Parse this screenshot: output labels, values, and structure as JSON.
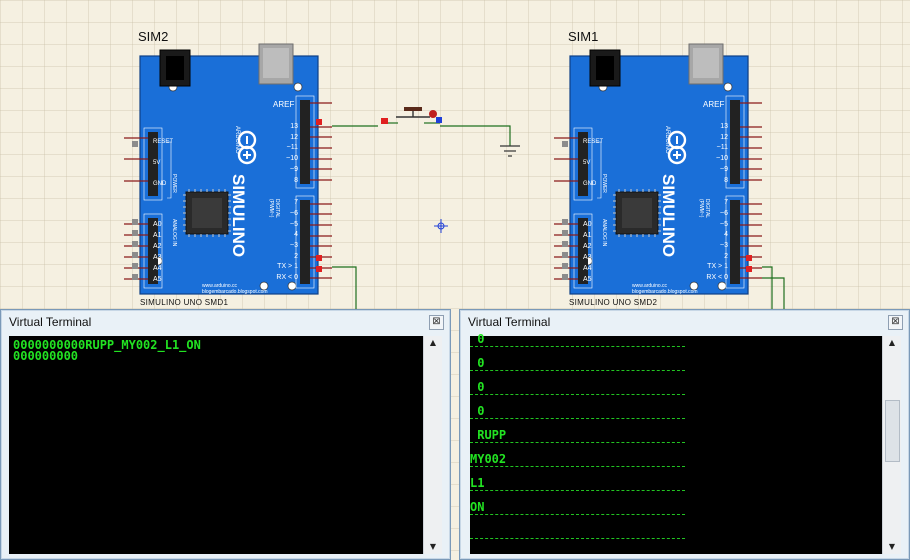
{
  "boards": {
    "left": {
      "ref": "SIM2",
      "model": "SIMULINO UNO SMD1"
    },
    "right": {
      "ref": "SIM1",
      "model": "SIMULINO UNO SMD2"
    },
    "labels": {
      "aref": "AREF",
      "digital_pins": [
        "13",
        "12",
        "~11",
        "~10",
        "~9",
        "8",
        "7",
        "~6",
        "~5",
        "4",
        "~3",
        "2",
        "TX > 1",
        "RX < 0"
      ],
      "power_pins": [
        "RESET",
        "5V",
        "GND"
      ],
      "analog_pins": [
        "A0",
        "A1",
        "A2",
        "A3",
        "A4",
        "A5"
      ],
      "brand": "SIMULINO",
      "arduino": "ARDUINO",
      "power_group": "POWER",
      "analog_group": "ANALOG IN",
      "digital_group": "DIGITAL (PWM~)",
      "site1": "www.arduino.cc",
      "site2": "blogembarcado.blogspot.com"
    }
  },
  "terminals": {
    "left": {
      "title": "Virtual Terminal",
      "lines": [
        "0000000000RUPP_MY002_L1_ON",
        "000000000"
      ]
    },
    "right": {
      "title": "Virtual Terminal",
      "lines": [
        " 0",
        " 0",
        " 0",
        " 0",
        " RUPP",
        "MY002",
        "L1",
        "ON"
      ]
    }
  },
  "colors": {
    "board_blue": "#1a6fd8",
    "terminal_text": "#22e322",
    "wire_green": "#1f6f1f",
    "pin_red": "#8b1a1a"
  },
  "icons": {
    "close": "close-icon",
    "scroll_up": "scroll-up-arrow",
    "scroll_down": "scroll-down-arrow",
    "switch": "push-button-switch",
    "ground": "ground-symbol",
    "cursor": "crosshair-cursor"
  }
}
